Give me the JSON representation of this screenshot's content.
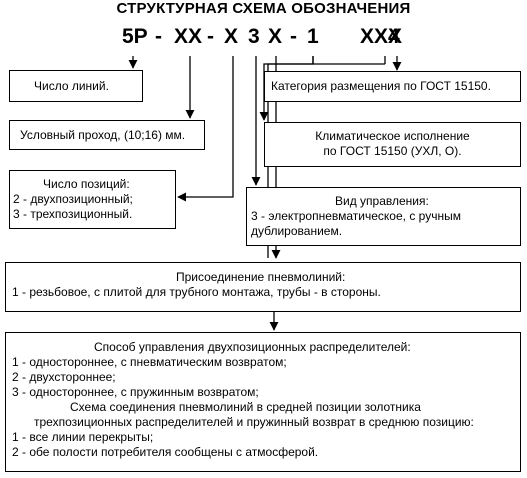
{
  "title": "СТРУКТУРНАЯ СХЕМА ОБОЗНАЧЕНИЯ",
  "code": {
    "p1": "5Р",
    "d1": "-",
    "p2": "XX",
    "d2": "-",
    "p3": "X",
    "p4": "3",
    "p5": "X",
    "d3": "-",
    "p6": "1",
    "p7": "XXX",
    "p8": "4"
  },
  "boxes": {
    "lines_count": "Число линий.",
    "passage": "Условный проход, (10;16) мм.",
    "positions": {
      "heading": "Число позиций:",
      "opt2": "2 - двухпозиционный;",
      "opt3": "3 - трехпозиционный."
    },
    "placement": "Категория размещения по ГОСТ 15150.",
    "climate": {
      "line1": "Климатическое исполнение",
      "line2": "по ГОСТ 15150 (УХЛ, О)."
    },
    "control": {
      "line1": "Вид управления:",
      "line2": "3 - электропневматическое, с ручным",
      "line3": "дублированием."
    },
    "connection": {
      "line1": "Присоединение пневмолиний:",
      "line2": "1 - резьбовое, с плитой для трубного монтажа, трубы - в стороны."
    },
    "method": {
      "line1": "Способ управления двухпозиционных распределителей:",
      "line2": "1 - одностороннее, с пневматическим возвратом;",
      "line3": "2 - двухстороннее;",
      "line4": "3 - одностороннее, с пружинным возвратом;",
      "line5": "Схема соединения пневмолиний в средней позиции золотника",
      "line6": "трехпозиционных распределителей и пружинный возврат в среднюю позицию:",
      "line7": "1 - все линии перекрыты;",
      "line8": "2 - обе полости потребителя сообщены с атмосферой."
    }
  }
}
